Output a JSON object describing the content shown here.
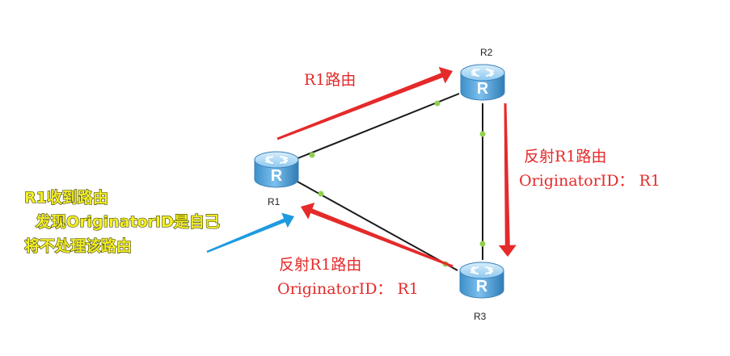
{
  "routers": [
    {
      "id": "R1",
      "label": "R1",
      "icon_letter": "R"
    },
    {
      "id": "R2",
      "label": "R2",
      "icon_letter": "R"
    },
    {
      "id": "R3",
      "label": "R3",
      "icon_letter": "R"
    }
  ],
  "links": [
    {
      "from": "R1",
      "to": "R2"
    },
    {
      "from": "R1",
      "to": "R3"
    },
    {
      "from": "R2",
      "to": "R3"
    }
  ],
  "annotations": {
    "r1_to_r2": "R1路由",
    "r2_to_r3": [
      "反射R1路由",
      "OriginatorID： R1"
    ],
    "r3_to_r1": [
      "反射R1路由",
      "OriginatorID： R1"
    ],
    "r1_received": [
      "R1收到路由",
      "发现OriginatorID是自己",
      "将不处理该路由"
    ]
  },
  "colors": {
    "route_arrow": "#e52a2a",
    "received_arrow": "#1e9be0",
    "annotation_red": "#e52a2a",
    "annotation_yellow": "#f3ef24",
    "link_line": "#1a1a1a",
    "link_dot": "#8fd14f",
    "router_body": "#5aa9dc"
  }
}
